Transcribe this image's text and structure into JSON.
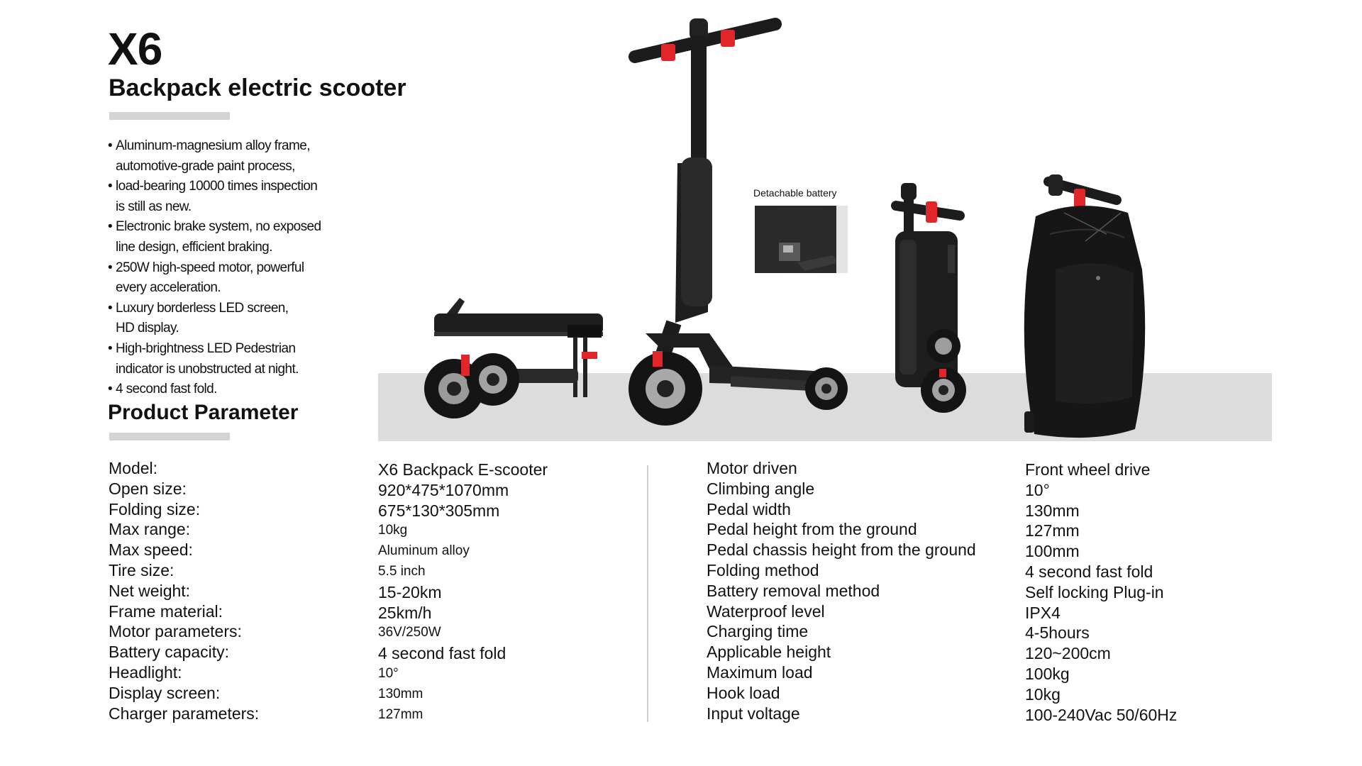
{
  "product": {
    "model": "X6",
    "subtitle": "Backpack electric scooter"
  },
  "features": [
    [
      "Aluminum-magnesium alloy frame,",
      "automotive-grade paint process,"
    ],
    [
      "load-bearing 10000 times inspection",
      "is still as new."
    ],
    [
      "Electronic brake system, no exposed",
      "line design, efficient braking."
    ],
    [
      "250W high-speed motor, powerful",
      "every acceleration."
    ],
    [
      "Luxury borderless LED screen,",
      "HD display."
    ],
    [
      "High-brightness LED Pedestrian",
      "indicator is unobstructed at night."
    ],
    [
      "4 second fast fold."
    ]
  ],
  "bullet": "•",
  "battery_label": "Detachable battery",
  "parameters_heading": "Product Parameter",
  "parameters_left": {
    "labels": [
      "Model:",
      "Open size:",
      "Folding size:",
      "Max range:",
      "Max speed:",
      "Tire size:",
      "Net weight:",
      "Frame material:",
      "Motor parameters:",
      "Battery capacity:",
      "Headlight:",
      "Display screen:",
      "Charger parameters:"
    ],
    "values": [
      "X6 Backpack E-scooter",
      "920*475*1070mm",
      "675*130*305mm",
      "10kg",
      "Aluminum alloy",
      "5.5 inch",
      "15-20km",
      "25km/h",
      "36V/250W",
      "4 second fast fold",
      "10°",
      "130mm",
      "127mm"
    ]
  },
  "parameters_right": {
    "labels": [
      "Motor driven",
      "Climbing angle",
      "Pedal width",
      "Pedal height from the ground",
      "Pedal chassis height from the ground",
      "Folding method",
      "Battery removal method",
      "Waterproof level",
      "Charging time",
      "Applicable height",
      "Maximum load",
      "Hook load",
      "Input voltage"
    ],
    "values": [
      "Front wheel drive",
      "10°",
      "130mm",
      "127mm",
      "100mm",
      "4 second fast fold",
      "Self locking Plug-in",
      "IPX4",
      "4-5hours",
      "120~200cm",
      "100kg",
      "10kg",
      "100-240Vac 50/60Hz"
    ]
  },
  "colors": {
    "accent_red": "#e0262b",
    "scooter_black": "#1c1c1c",
    "floor_gray": "#dcdcdc",
    "rule_gray": "#d4d4d4"
  }
}
